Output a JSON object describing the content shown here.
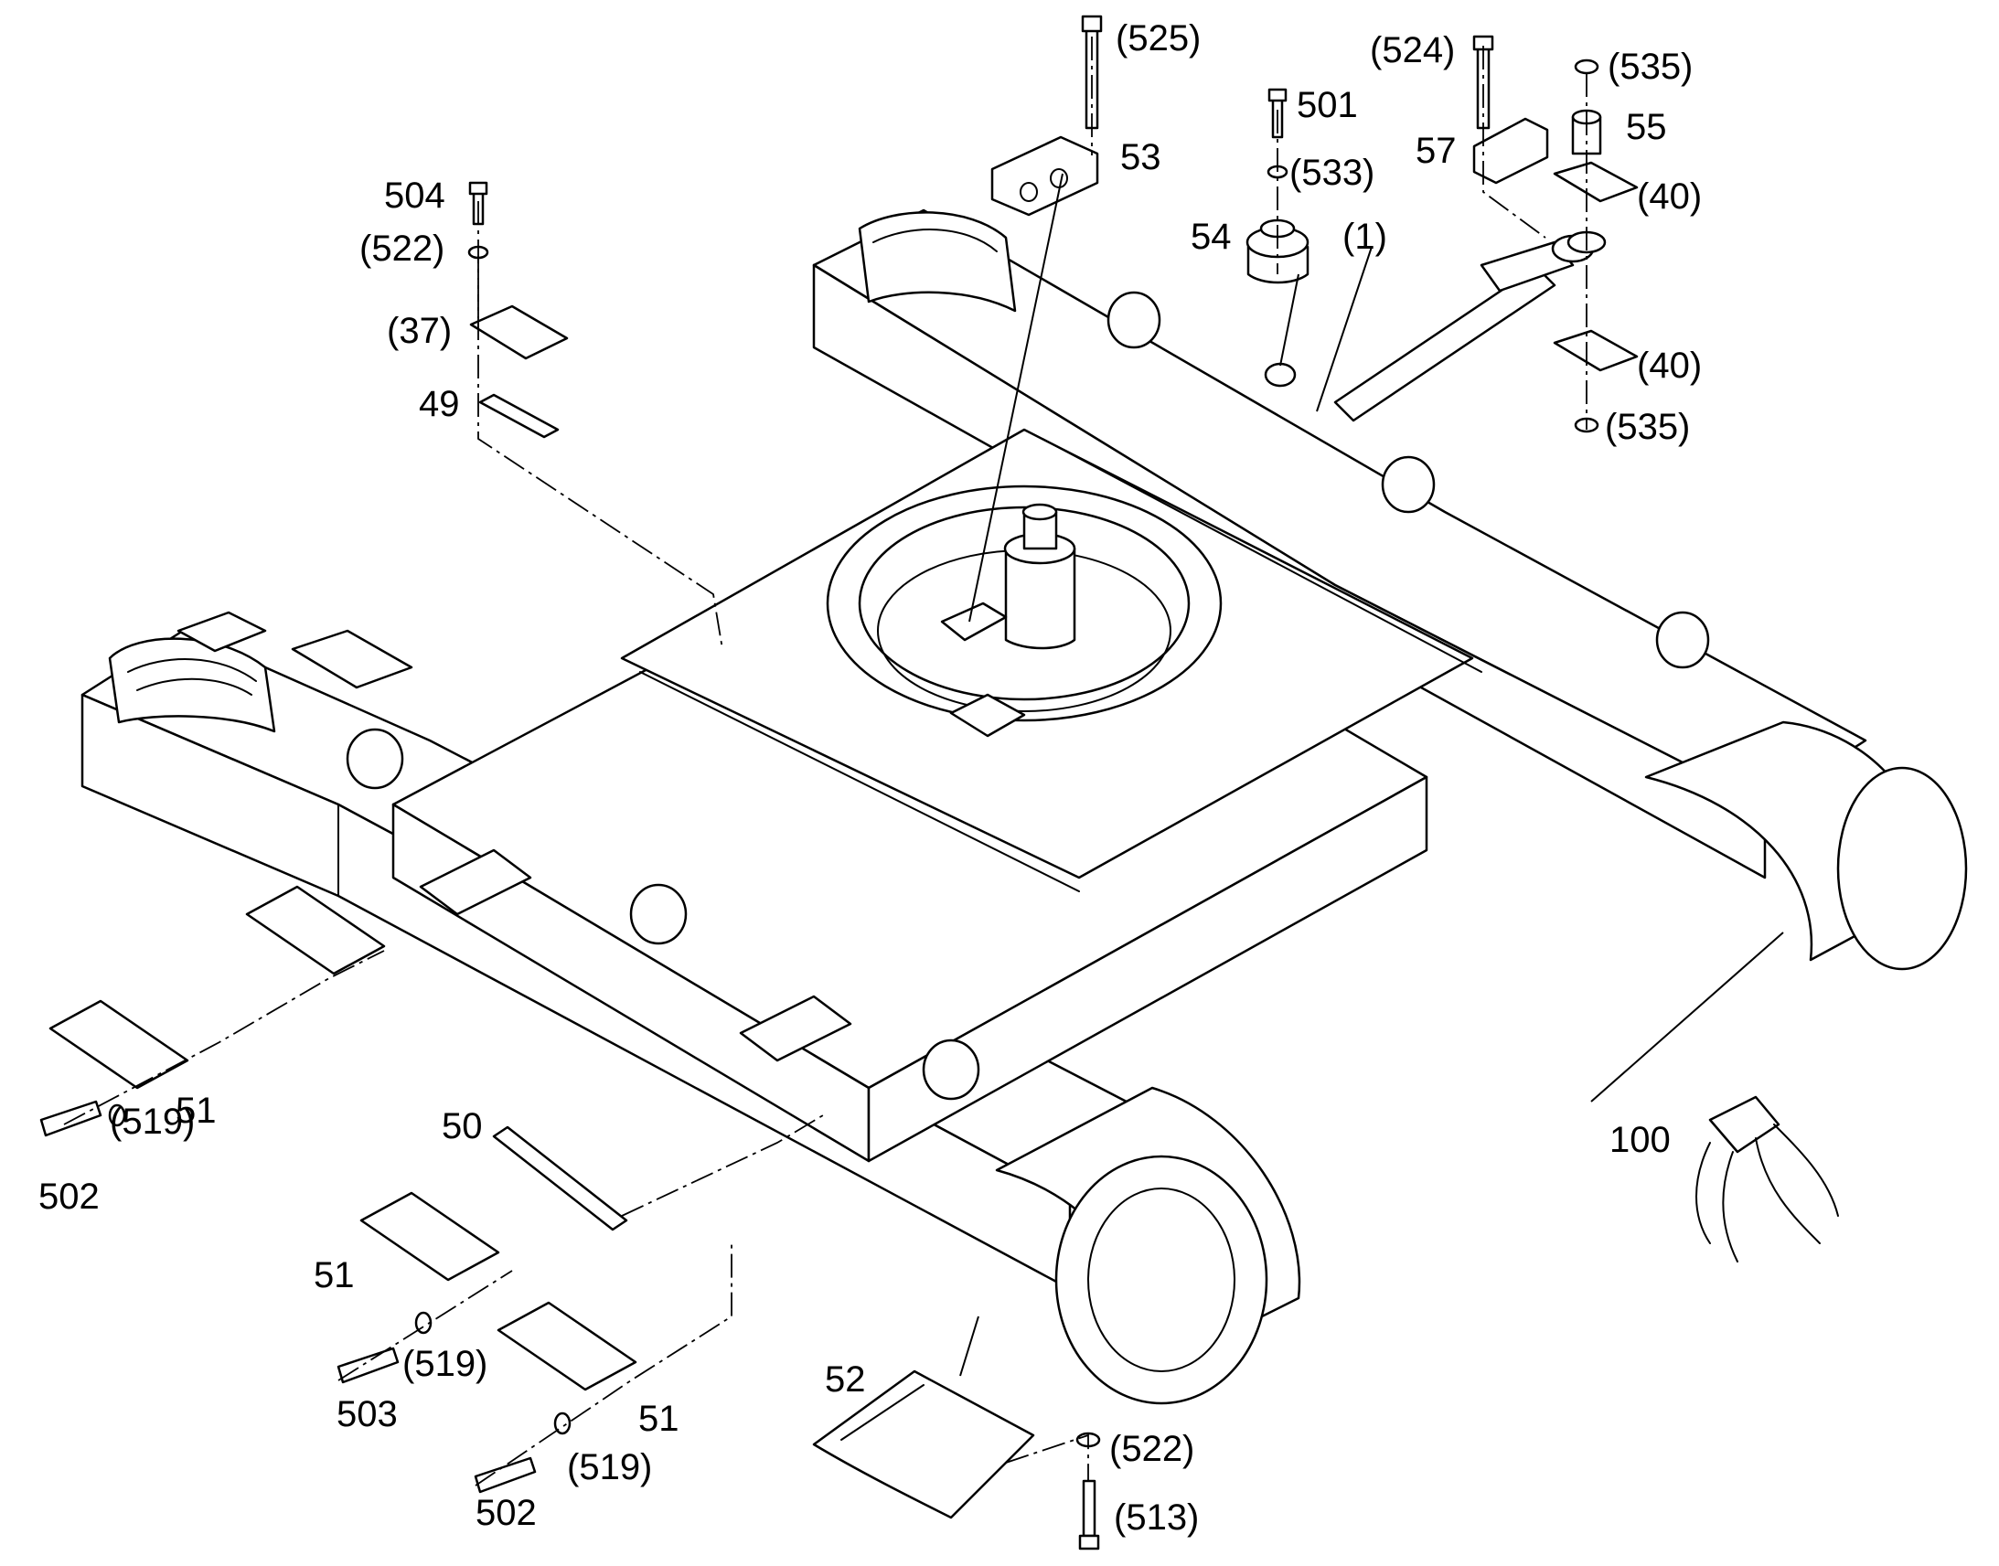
{
  "labels": {
    "l525": "(525)",
    "l524": "(524)",
    "l535a": "(535)",
    "l501": "501",
    "l53": "53",
    "l57": "57",
    "l55": "55",
    "l533": "(533)",
    "l40a": "(40)",
    "l504": "504",
    "l54": "54",
    "l1": "(1)",
    "l522a": "(522)",
    "l37": "(37)",
    "l40b": "(40)",
    "l535b": "(535)",
    "l49": "49",
    "l51a": "51",
    "l519a": "(519)",
    "l502a": "502",
    "l50": "50",
    "l100": "100",
    "l51b": "51",
    "l519b": "(519)",
    "l503": "503",
    "l51c": "51",
    "l52": "52",
    "l522b": "(522)",
    "l519c": "(519)",
    "l502b": "502",
    "l513": "(513)"
  },
  "colors": {
    "line": "#000000",
    "background": "#ffffff"
  }
}
